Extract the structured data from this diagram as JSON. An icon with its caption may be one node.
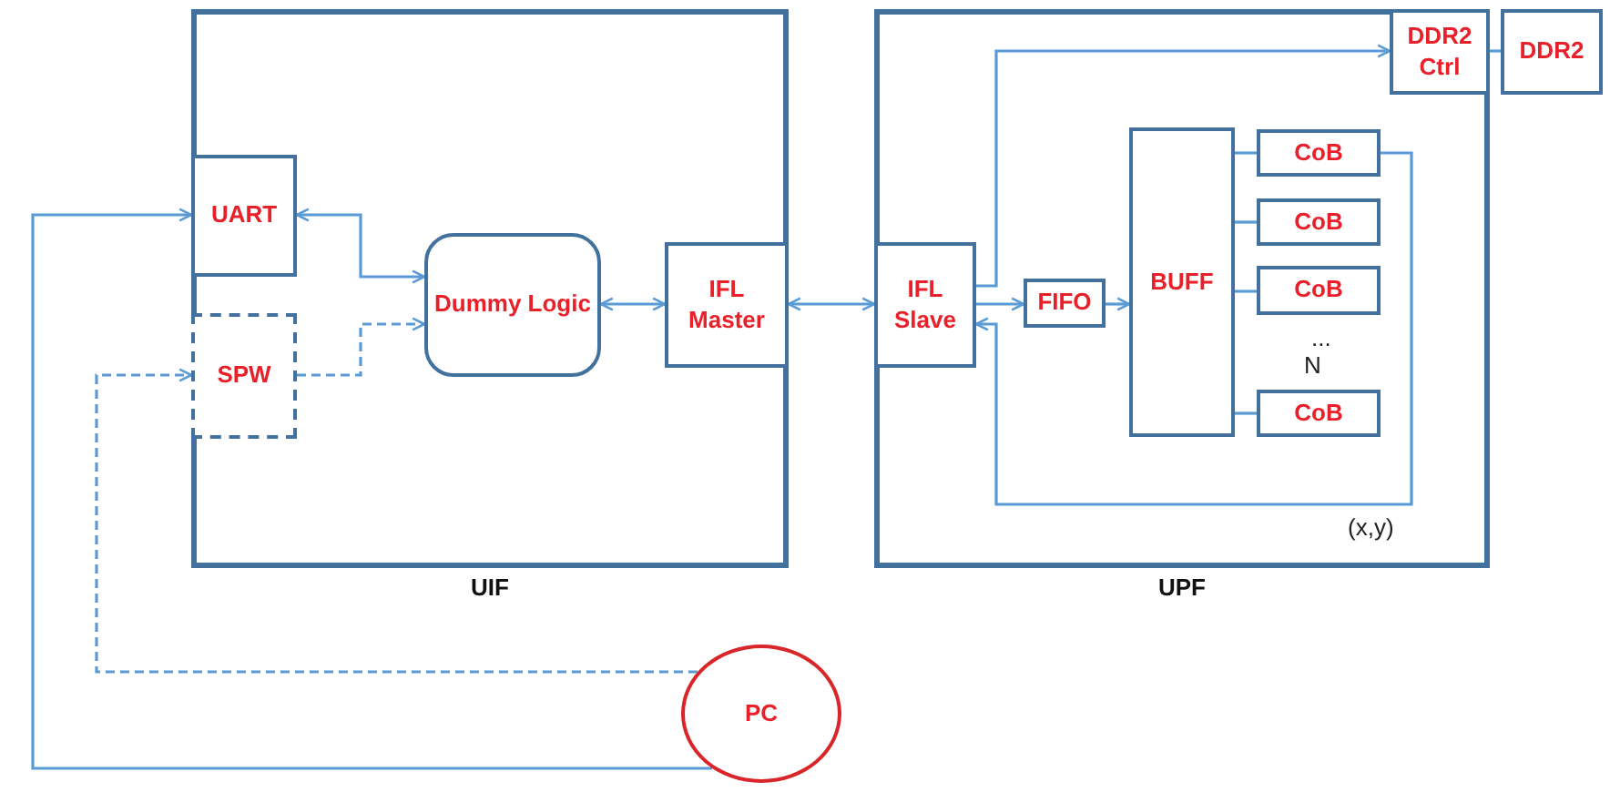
{
  "diagram": {
    "nodes": [
      {
        "text": [
          "UIF"
        ]
      },
      {
        "text": [
          "UART"
        ],
        "in": 0
      },
      {
        "text": [
          "SPW"
        ],
        "in": 0
      },
      {
        "text": [
          "Dummy Logic"
        ],
        "in": 0
      },
      {
        "text": [
          "IFL Master"
        ],
        "in": 0
      },
      {
        "text": [
          "UPF"
        ]
      },
      {
        "text": [
          "IFL Slave"
        ],
        "in": 5
      },
      {
        "text": [
          "FIFO"
        ],
        "in": 5
      },
      {
        "text": [
          "BUFF"
        ],
        "in": 5
      },
      {
        "text": [
          "CoB"
        ],
        "in": 5
      },
      {
        "text": [
          "CoB"
        ],
        "in": 5
      },
      {
        "text": [
          "CoB"
        ],
        "in": 5
      },
      {
        "text": [
          "CoB"
        ],
        "in": 5
      },
      {
        "text": [
          "DDR2 Ctrl"
        ],
        "in": 5
      },
      {
        "text": [
          "DDR2"
        ]
      },
      {
        "text": [
          "PC"
        ]
      }
    ],
    "edges": [
      {
        "from": 15,
        "to": 1,
        "arrow": "to"
      },
      {
        "from": 15,
        "to": 2,
        "arrow": "to",
        "style": "dashed"
      },
      {
        "from": 1,
        "to": 3,
        "arrow": "both"
      },
      {
        "from": 2,
        "to": 3,
        "arrow": "to",
        "style": "dashed"
      },
      {
        "from": 3,
        "to": 4,
        "arrow": "both"
      },
      {
        "from": 4,
        "to": 6,
        "arrow": "both"
      },
      {
        "from": 6,
        "to": 13,
        "arrow": "to"
      },
      {
        "from": 6,
        "to": 7,
        "arrow": "to"
      },
      {
        "from": 7,
        "to": 8,
        "arrow": "to"
      },
      {
        "from": 8,
        "to": 9,
        "arrow": "none"
      },
      {
        "from": 8,
        "to": 10,
        "arrow": "none"
      },
      {
        "from": 8,
        "to": 11,
        "arrow": "none"
      },
      {
        "from": 8,
        "to": 12,
        "arrow": "none"
      },
      {
        "from": 9,
        "to": 6,
        "arrow": "to"
      },
      {
        "from": 13,
        "to": 14,
        "arrow": "none"
      }
    ],
    "labels": [
      "...",
      "N",
      "(x,y)"
    ]
  }
}
